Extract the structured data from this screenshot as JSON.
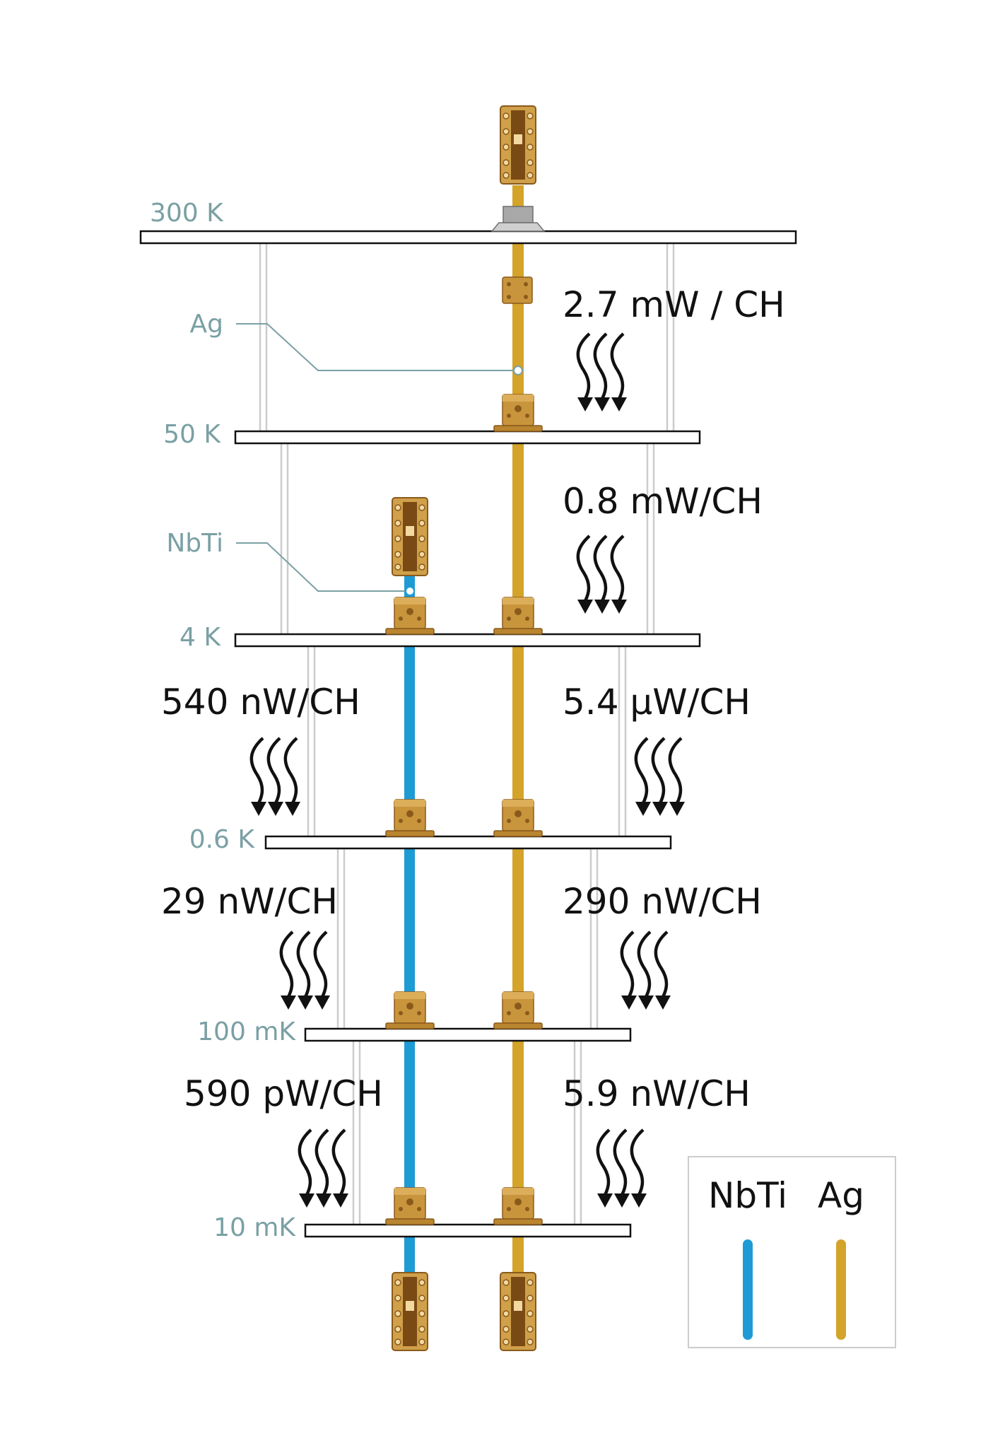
{
  "colors": {
    "nbti": "#1e9bd5",
    "ag": "#d4a32a",
    "connector": "#c9953c",
    "connector_dark": "#8a5a1c",
    "stage_label": "#7aa0a4",
    "plate_stroke": "#111111",
    "support": "#cccccc",
    "text": "#111111"
  },
  "stages": [
    {
      "label": "300 K"
    },
    {
      "label": "50 K"
    },
    {
      "label": "4 K"
    },
    {
      "label": "0.6 K"
    },
    {
      "label": "100 mK"
    },
    {
      "label": "10 mK"
    }
  ],
  "annotations": {
    "ag_line_label": "Ag",
    "nbti_line_label": "NbTi"
  },
  "heat_loads": {
    "ag": [
      "2.7 mW / CH",
      "0.8 mW/CH",
      "5.4 μW/CH",
      "290 nW/CH",
      "5.9 nW/CH"
    ],
    "nbti": [
      "540 nW/CH",
      "29 nW/CH",
      "590 pW/CH"
    ]
  },
  "legend": {
    "items": [
      {
        "label": "NbTi",
        "color": "#1e9bd5"
      },
      {
        "label": "Ag",
        "color": "#d4a32a"
      }
    ]
  },
  "icons": {
    "connector": "sma-connector-icon",
    "heat_flow": "wavy-arrow-icon",
    "feedthrough": "hermetic-feedthrough-icon"
  }
}
